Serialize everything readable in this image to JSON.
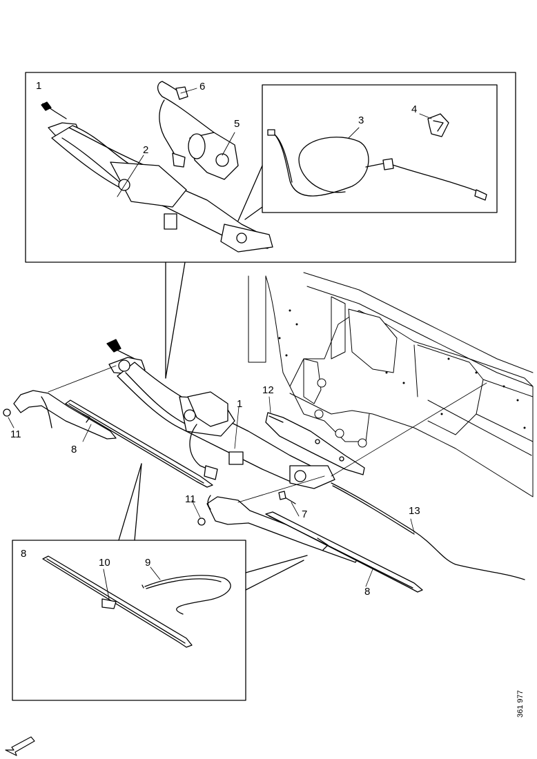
{
  "callouts": {
    "c1_top": "1",
    "c2": "2",
    "c3": "3",
    "c4": "4",
    "c5": "5",
    "c6": "6",
    "c1_main": "1",
    "c7": "7",
    "c8_left": "8",
    "c8_inset": "8",
    "c8_right": "8",
    "c9": "9",
    "c10": "10",
    "c11_left": "11",
    "c11_mid": "11",
    "c12": "12",
    "c13": "13"
  },
  "reference_number": "361 977",
  "icons": {
    "orientation_arrow": "arrow-down-left-icon"
  }
}
